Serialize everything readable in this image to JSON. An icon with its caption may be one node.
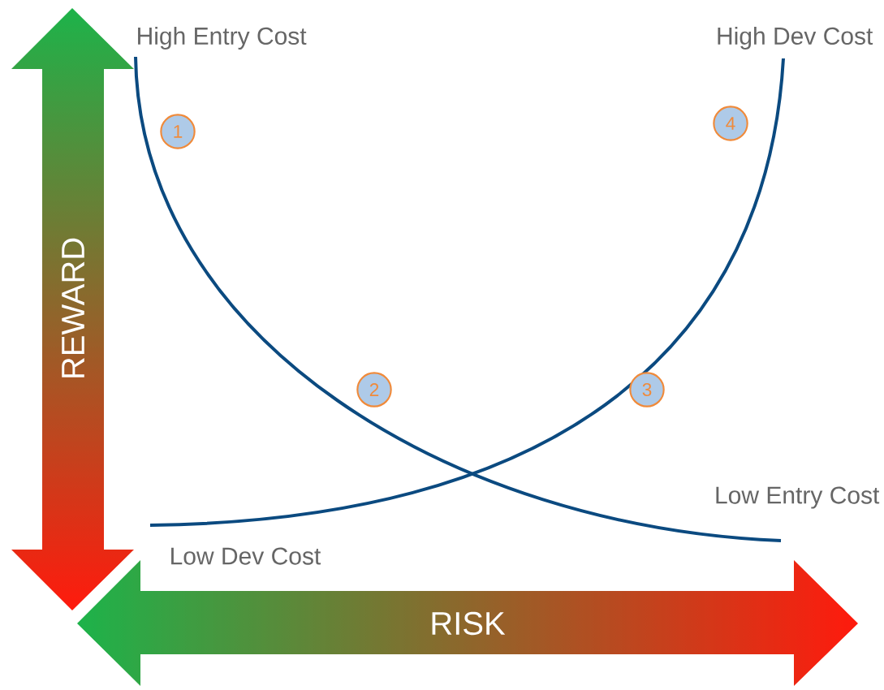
{
  "diagram": {
    "nodes": [
      {
        "text": [
          "REWARD"
        ]
      },
      {
        "text": [
          "RISK"
        ]
      },
      {
        "text": [
          "1"
        ]
      },
      {
        "text": [
          "2"
        ]
      },
      {
        "text": [
          "3"
        ]
      },
      {
        "text": [
          "4"
        ]
      }
    ],
    "labels": [
      "High Entry Cost",
      "High Dev Cost",
      "Low Entry Cost",
      "Low Dev Cost"
    ]
  }
}
